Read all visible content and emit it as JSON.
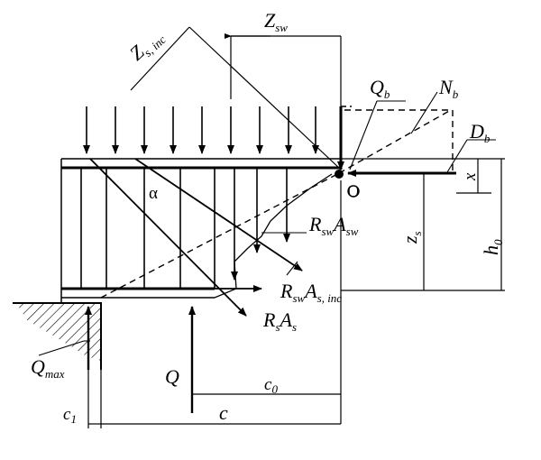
{
  "labels": {
    "z_s_inc": {
      "main": "Z",
      "sub": "s, inc"
    },
    "z_sw": {
      "main": "Z",
      "sub": "sw"
    },
    "q_b": {
      "main": "Q",
      "sub": "b"
    },
    "n_b": {
      "main": "N",
      "sub": "b"
    },
    "d_b": {
      "main": "D",
      "sub": "b"
    },
    "alpha": "α",
    "x": "x",
    "z_s": "z",
    "z_s_sub": "s",
    "h_0": {
      "main": "h",
      "sub": "0"
    },
    "origin": "O",
    "r_sw_a_sw": {
      "r": "R",
      "r_sub": "sw",
      "a": "A",
      "a_sub": "sw"
    },
    "r_sw_a_s_inc": {
      "r": "R",
      "r_sub": "sw",
      "a": "A",
      "a_sub": "s, inc"
    },
    "r_s_a_s": {
      "r": "R",
      "r_sub": "s",
      "a": "A",
      "a_sub": "s"
    },
    "q_max": {
      "main": "Q",
      "sub": "max"
    },
    "q": "Q",
    "c_0": {
      "main": "c",
      "sub": "0"
    },
    "c": "c",
    "c_1": {
      "main": "c",
      "sub": "1"
    }
  }
}
